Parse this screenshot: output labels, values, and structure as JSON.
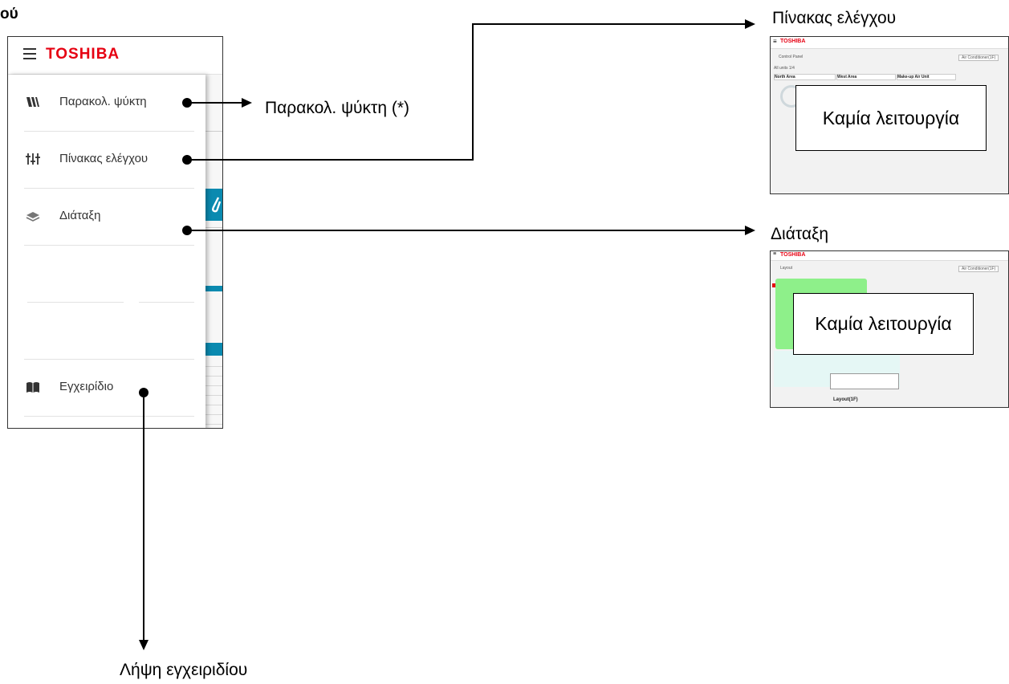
{
  "heading_fragment": "ού",
  "menu": {
    "brand": "TOSHIBA",
    "items": [
      {
        "label": "Παρακολ. ψύκτη",
        "icon": "chiller-icon"
      },
      {
        "label": "Πίνακας ελέγχου",
        "icon": "sliders-icon"
      },
      {
        "label": "Διάταξη",
        "icon": "layers-icon"
      },
      {
        "label": "Εγχειρίδιο",
        "icon": "book-icon"
      }
    ]
  },
  "callouts": {
    "chiller": "Παρακολ. ψύκτη (*)",
    "control_panel": "Πίνακας ελέγχου",
    "layout": "Διάταξη",
    "manual_download": "Λήψη εγχειριδίου"
  },
  "thumb_control": {
    "brand": "TOSHIBA",
    "page": "Control Panel",
    "tabs": "All units   1/4",
    "select": "Air Conditioner(1F)",
    "areas": [
      "North Area",
      "West Area",
      "Make-up Air Unit"
    ],
    "overlay": "Καμία λειτουργία"
  },
  "thumb_layout": {
    "brand": "TOSHIBA",
    "page": "Layout",
    "select": "Air Conditioner(1F)",
    "caption": "Layout(1F)",
    "overlay": "Καμία λειτουργία"
  },
  "colors": {
    "brand_red": "#e60012",
    "teal": "#0a8ab0",
    "green": "#8ef08a"
  }
}
